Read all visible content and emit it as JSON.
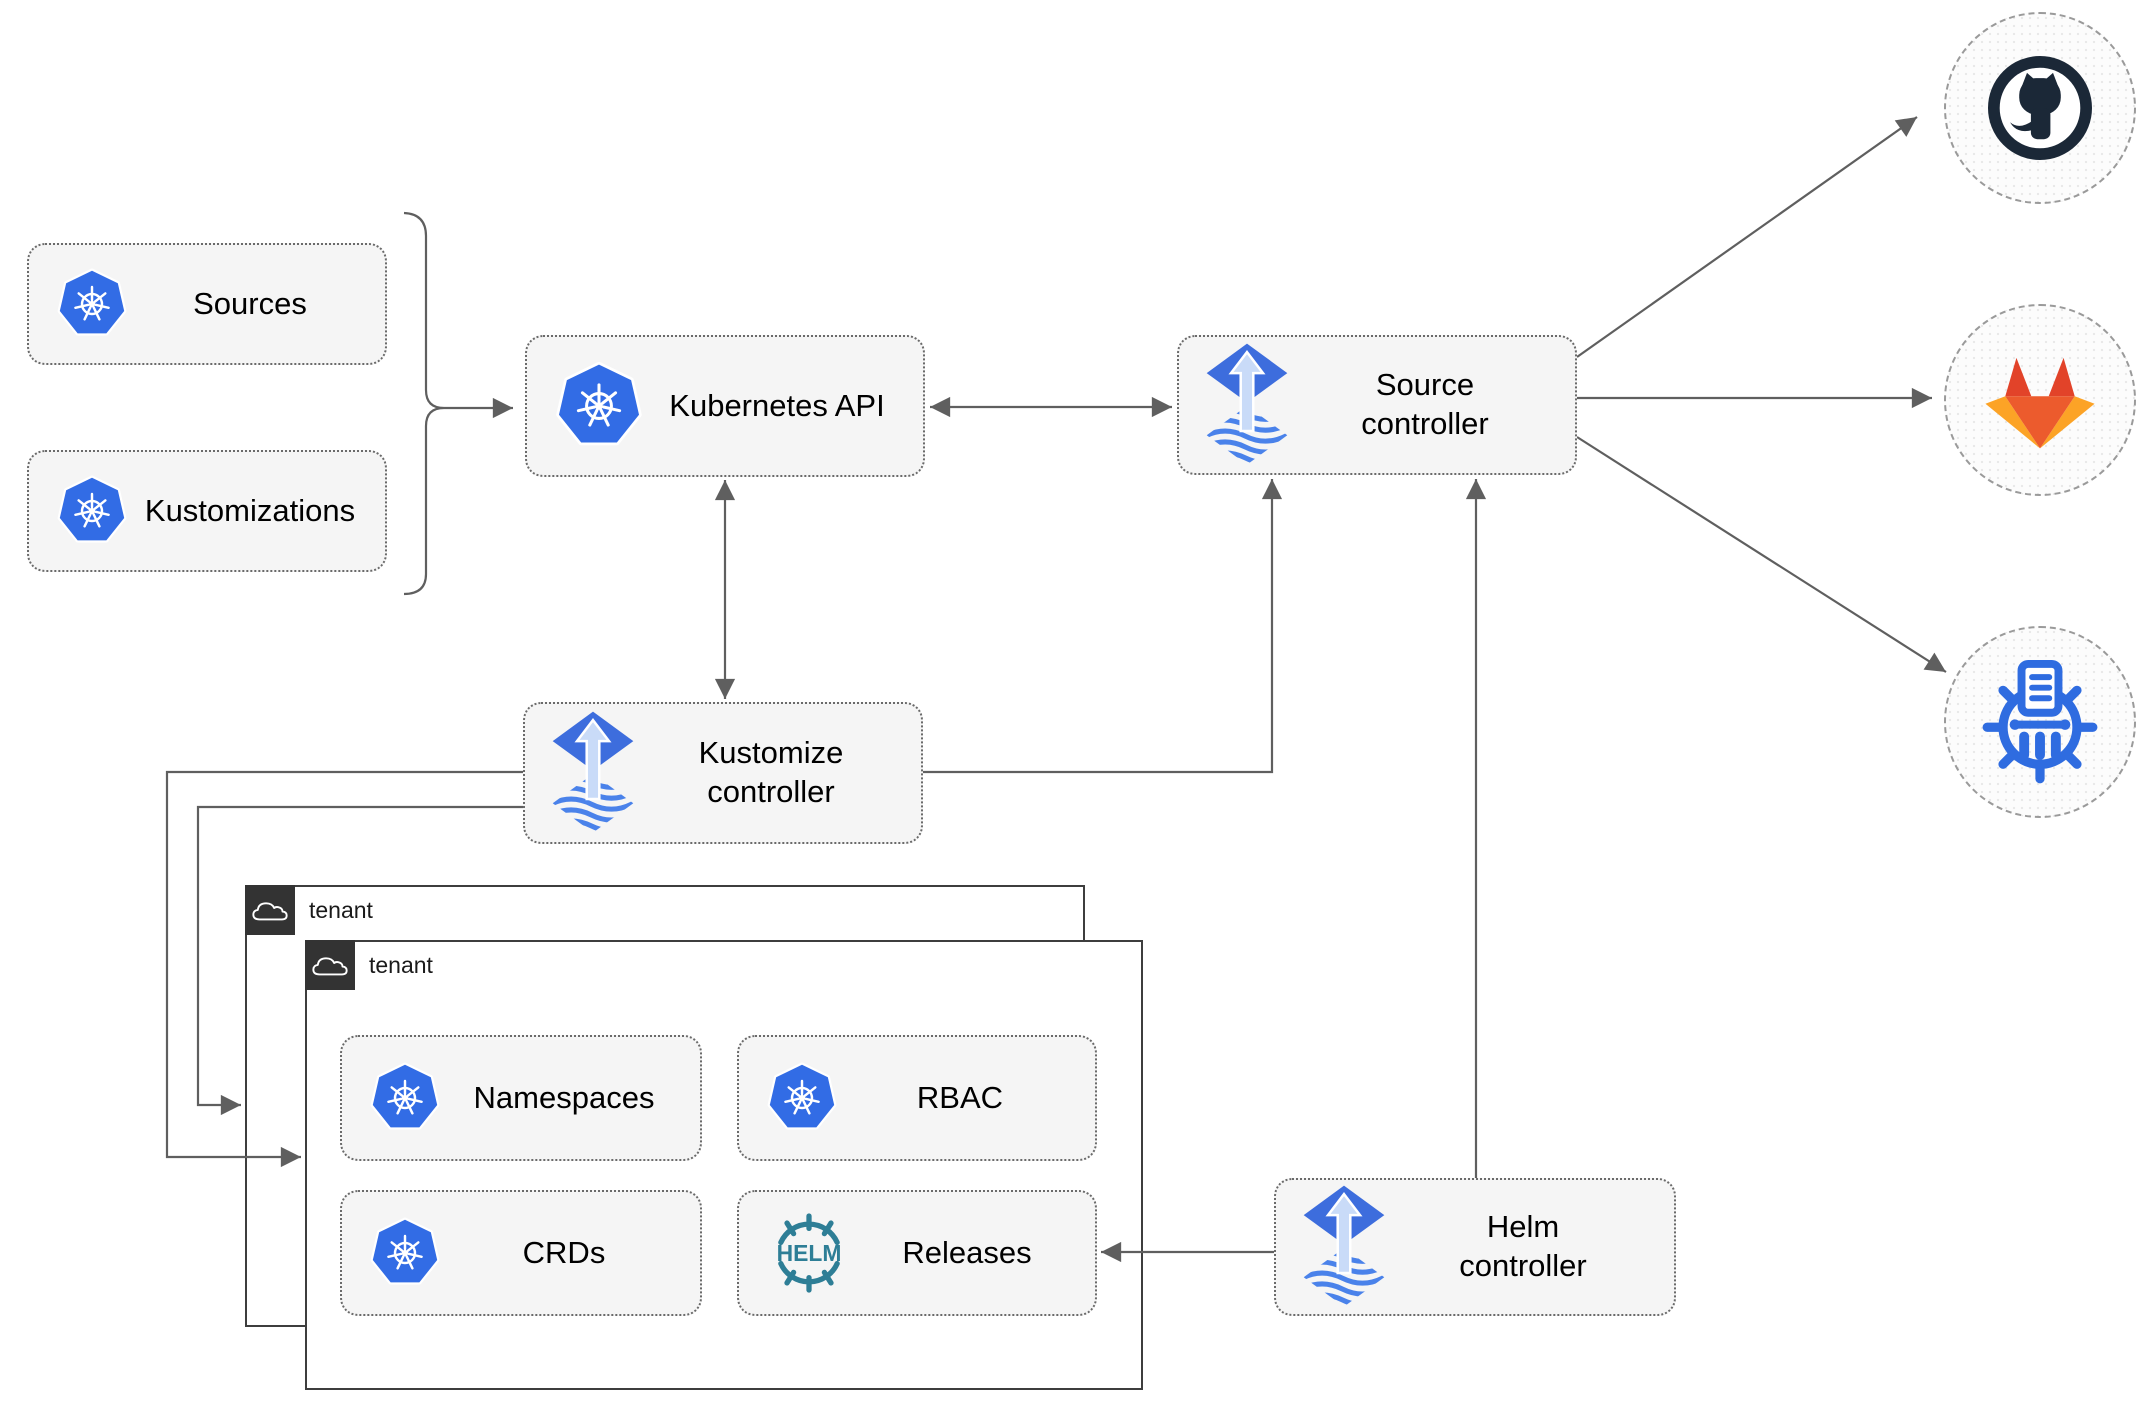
{
  "diagram": {
    "nodes": {
      "sources": {
        "label": "Sources"
      },
      "kustomizations": {
        "label": "Kustomizations"
      },
      "kubernetes_api": {
        "label": "Kubernetes API"
      },
      "source_controller": {
        "label": "Source\ncontroller"
      },
      "kustomize_controller": {
        "label": "Kustomize\ncontroller"
      },
      "helm_controller": {
        "label": "Helm\ncontroller"
      },
      "namespaces": {
        "label": "Namespaces"
      },
      "rbac": {
        "label": "RBAC"
      },
      "crds": {
        "label": "CRDs"
      },
      "releases": {
        "label": "Releases"
      }
    },
    "groups": {
      "tenant_back": {
        "label": "tenant"
      },
      "tenant_front": {
        "label": "tenant"
      }
    },
    "externals": {
      "github": {
        "icon": "github-icon"
      },
      "gitlab": {
        "icon": "gitlab-icon"
      },
      "chartmuseum": {
        "icon": "chartmuseum-icon"
      }
    },
    "icon_text": {
      "helm": "HELM"
    },
    "edges": [
      {
        "from": "sources-kustomizations-brace",
        "to": "kubernetes-api",
        "arrows": "end"
      },
      {
        "from": "kubernetes-api",
        "to": "source-controller",
        "arrows": "both"
      },
      {
        "from": "kubernetes-api",
        "to": "kustomize-controller",
        "arrows": "both"
      },
      {
        "from": "kustomize-controller",
        "to": "source-controller",
        "arrows": "end"
      },
      {
        "from": "kustomize-controller",
        "to": "tenant-front",
        "arrows": "end"
      },
      {
        "from": "kustomize-controller",
        "to": "tenant-back",
        "arrows": "end"
      },
      {
        "from": "helm-controller",
        "to": "source-controller",
        "arrows": "end"
      },
      {
        "from": "helm-controller",
        "to": "releases",
        "arrows": "end"
      },
      {
        "from": "source-controller",
        "to": "github",
        "arrows": "end"
      },
      {
        "from": "source-controller",
        "to": "gitlab",
        "arrows": "end"
      },
      {
        "from": "source-controller",
        "to": "chartmuseum",
        "arrows": "end"
      }
    ],
    "colors": {
      "kubernetes_blue": "#326ce5",
      "flux_blue": "#3d6ddd",
      "flux_arrow_light": "#c9dbf8",
      "helm_teal": "#2e7e96",
      "github_dark": "#1b2837",
      "gitlab_red": "#e24329",
      "gitlab_orange": "#ec5b2d",
      "gitlab_light_orange": "#fca326",
      "chartmuseum_blue": "#2f6ce0",
      "node_fill": "#f5f5f5",
      "node_border": "#6a6a6a",
      "group_border": "#3e3e3e",
      "badge_bg": "#333333",
      "connector_gray": "#5f5f5f"
    }
  }
}
